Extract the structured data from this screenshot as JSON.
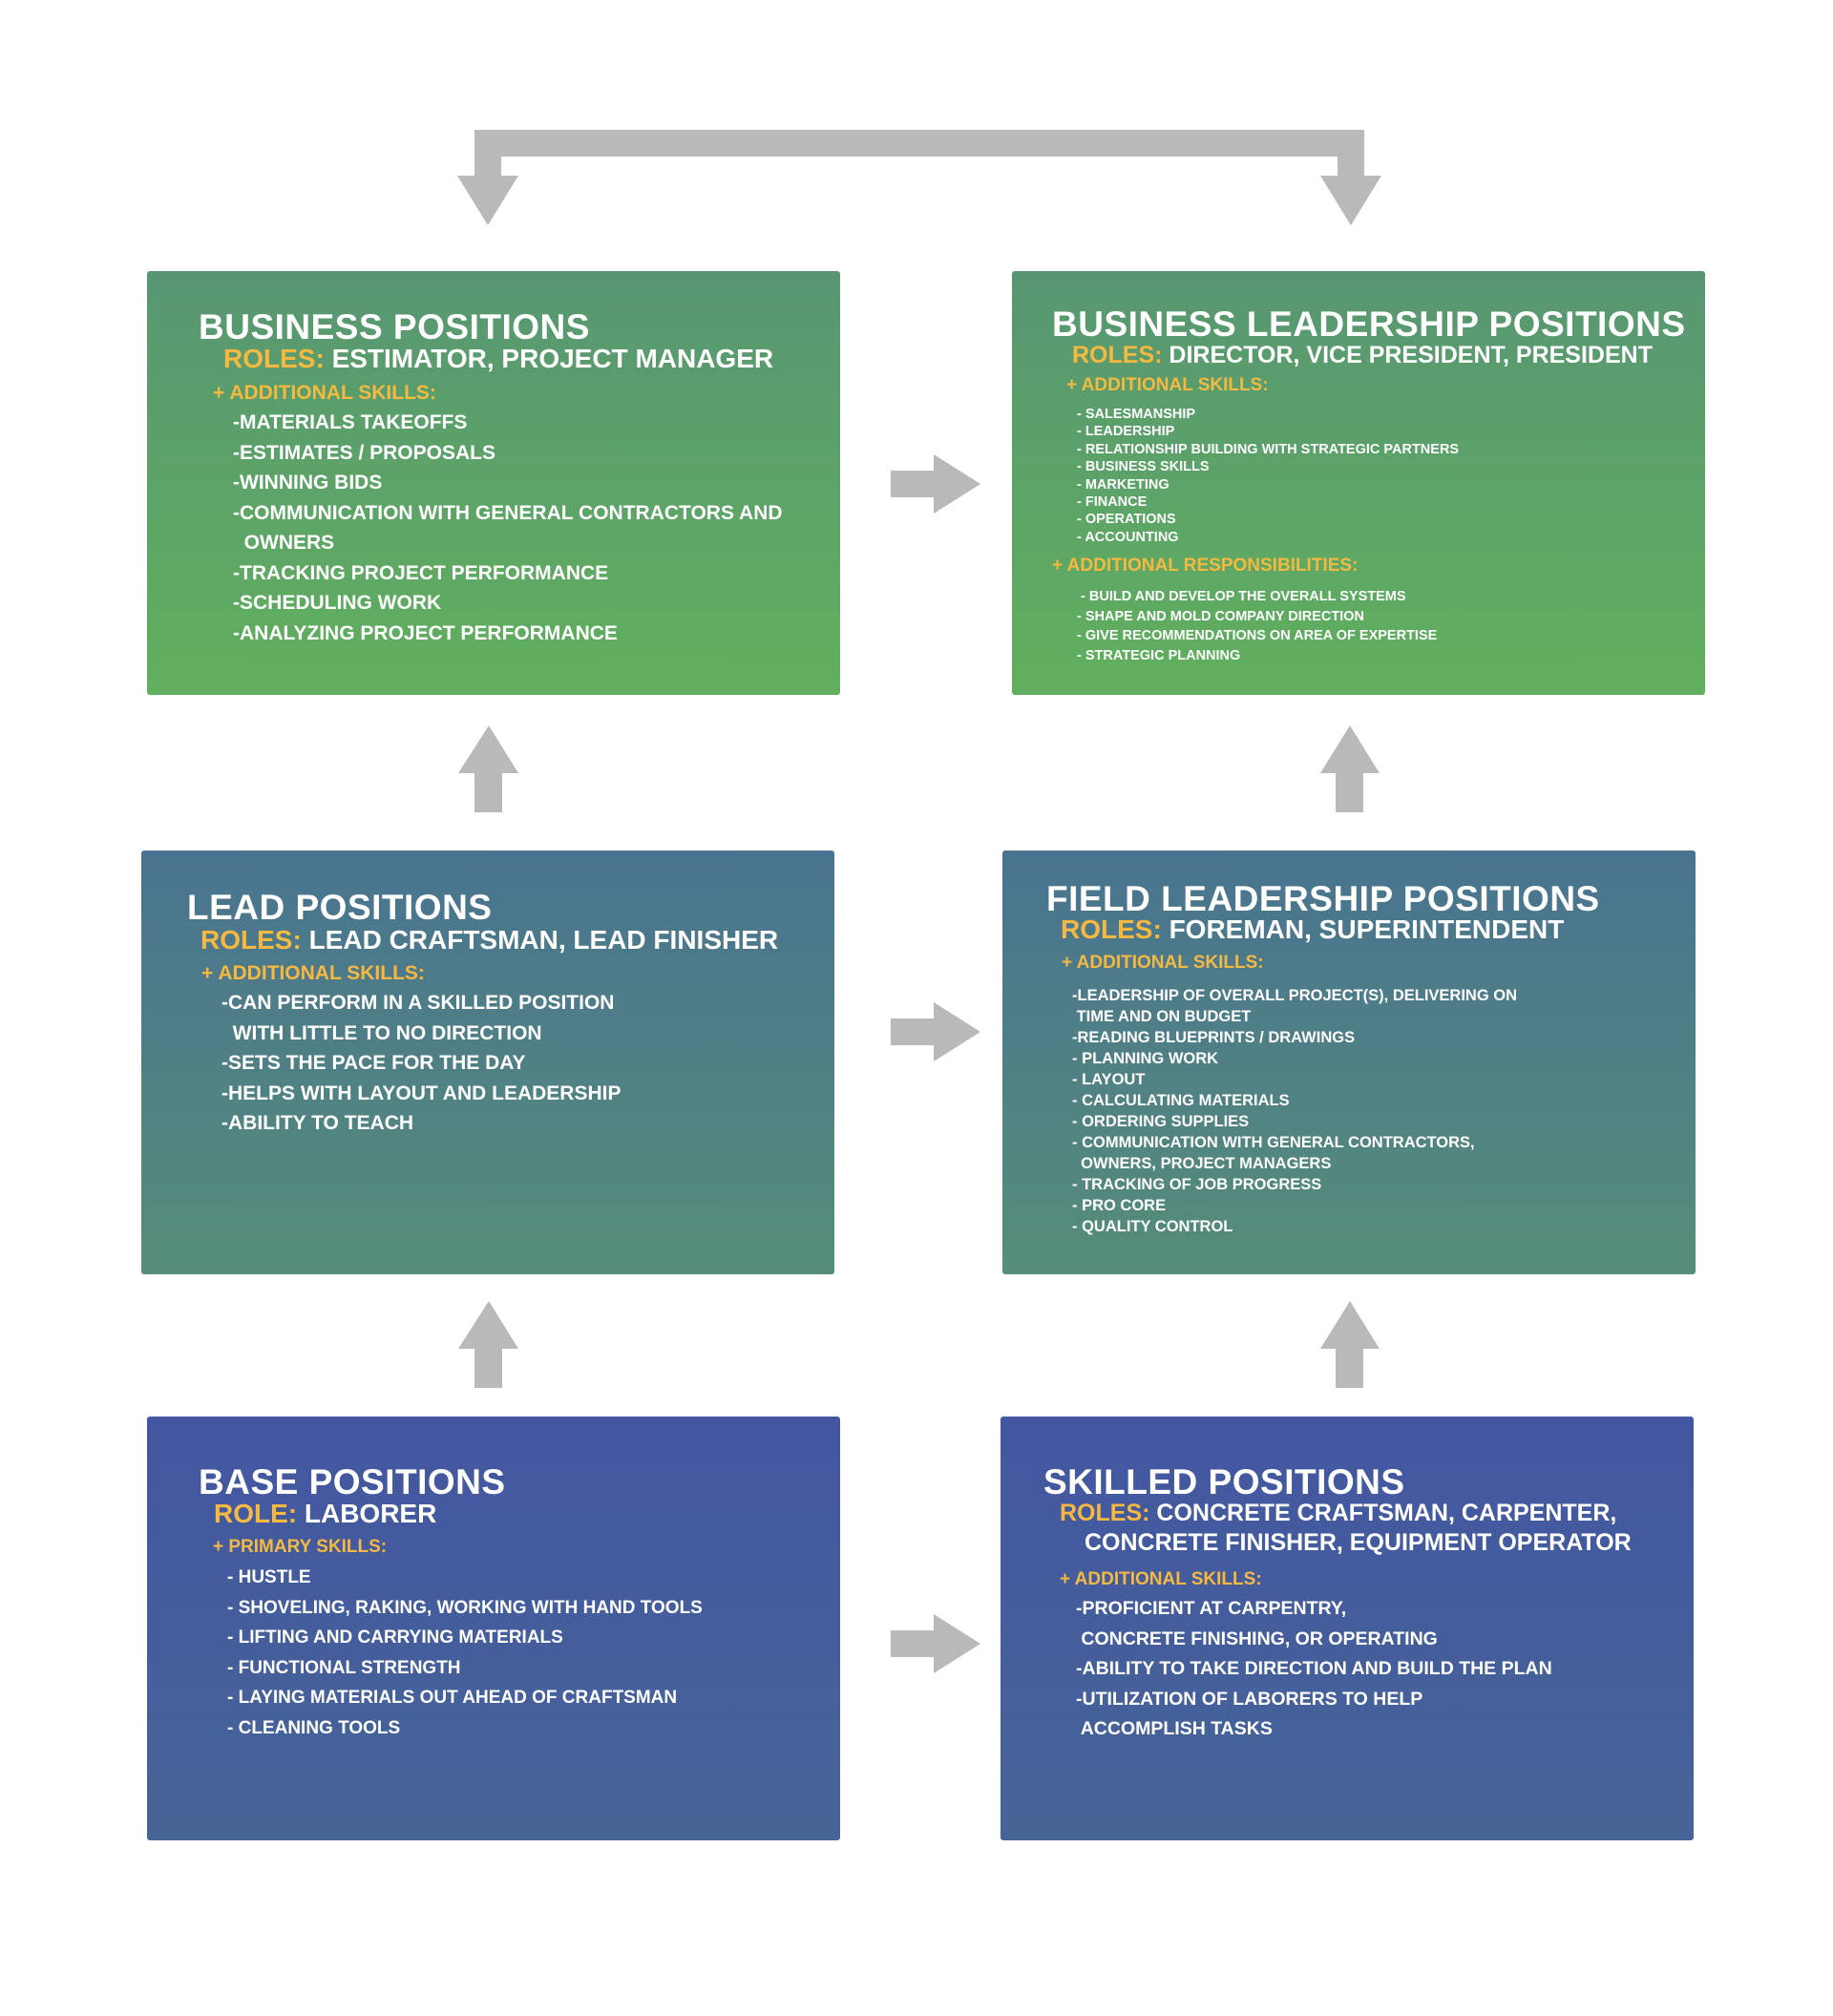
{
  "boxes": {
    "business": {
      "title": "BUSINESS POSITIONS",
      "roles_label": "ROLES:",
      "roles_value": "ESTIMATOR, PROJECT MANAGER",
      "skills_heading": "+ ADDITIONAL SKILLS:",
      "skills": [
        "-MATERIALS TAKEOFFS",
        "-ESTIMATES / PROPOSALS",
        "-WINNING BIDS",
        "-COMMUNICATION WITH GENERAL CONTRACTORS AND",
        "  OWNERS",
        "-TRACKING PROJECT PERFORMANCE",
        "-SCHEDULING WORK",
        "-ANALYZING PROJECT PERFORMANCE"
      ]
    },
    "business_leadership": {
      "title": "BUSINESS LEADERSHIP POSITIONS",
      "roles_label": "ROLES:",
      "roles_value": "DIRECTOR, VICE PRESIDENT, PRESIDENT",
      "skills_heading": "+ ADDITIONAL SKILLS:",
      "skills": [
        "- SALESMANSHIP",
        "- LEADERSHIP",
        "- RELATIONSHIP BUILDING WITH STRATEGIC PARTNERS",
        "- BUSINESS SKILLS",
        "- MARKETING",
        "- FINANCE",
        "- OPERATIONS",
        "- ACCOUNTING"
      ],
      "responsibilities_heading": "+ ADDITIONAL RESPONSIBILITIES:",
      "responsibilities": [
        " - BUILD AND DEVELOP THE OVERALL SYSTEMS",
        "- SHAPE AND MOLD COMPANY DIRECTION",
        "- GIVE RECOMMENDATIONS ON AREA OF EXPERTISE",
        "- STRATEGIC PLANNING"
      ]
    },
    "lead": {
      "title": "LEAD POSITIONS",
      "roles_label": "ROLES:",
      "roles_value": "LEAD CRAFTSMAN, LEAD FINISHER",
      "skills_heading": "+ ADDITIONAL SKILLS:",
      "skills": [
        "-CAN PERFORM IN A SKILLED POSITION",
        "  WITH LITTLE TO NO DIRECTION",
        "-SETS THE PACE FOR THE DAY",
        "-HELPS WITH LAYOUT AND LEADERSHIP",
        "-ABILITY TO TEACH"
      ]
    },
    "field_leadership": {
      "title": "FIELD LEADERSHIP POSITIONS",
      "roles_label": "ROLES:",
      "roles_value": "FOREMAN, SUPERINTENDENT",
      "skills_heading": "+ ADDITIONAL SKILLS:",
      "skills": [
        "-LEADERSHIP OF OVERALL PROJECT(S), DELIVERING ON",
        " TIME AND ON BUDGET",
        "-READING BLUEPRINTS / DRAWINGS",
        "- PLANNING WORK",
        "- LAYOUT",
        "- CALCULATING MATERIALS",
        "- ORDERING SUPPLIES",
        "- COMMUNICATION WITH GENERAL CONTRACTORS,",
        "  OWNERS, PROJECT MANAGERS",
        "- TRACKING OF JOB PROGRESS",
        "- PRO CORE",
        "- QUALITY CONTROL"
      ]
    },
    "base": {
      "title": "BASE POSITIONS",
      "roles_label": "ROLE:",
      "roles_value": "LABORER",
      "skills_heading": "+ PRIMARY SKILLS:",
      "skills": [
        "- HUSTLE",
        "- SHOVELING, RAKING, WORKING WITH HAND TOOLS",
        "- LIFTING AND CARRYING MATERIALS",
        "- FUNCTIONAL STRENGTH",
        "- LAYING MATERIALS OUT AHEAD OF CRAFTSMAN",
        "- CLEANING TOOLS"
      ]
    },
    "skilled": {
      "title": "SKILLED POSITIONS",
      "roles_label": "ROLES:",
      "roles_value": "CONCRETE CRAFTSMAN, CARPENTER,",
      "roles_value_2": "CONCRETE FINISHER, EQUIPMENT OPERATOR",
      "skills_heading": "+ ADDITIONAL SKILLS:",
      "skills": [
        "-PROFICIENT AT CARPENTRY,",
        " CONCRETE FINISHING, OR OPERATING",
        "-ABILITY TO TAKE DIRECTION AND BUILD THE PLAN",
        "-UTILIZATION OF LABORERS TO HELP",
        " ACCOMPLISH TASKS"
      ]
    }
  },
  "colors": {
    "accent_yellow": "#f5b942",
    "arrow_gray": "#b9b9b9",
    "green_top": "#589673",
    "green_bottom": "#60b05d",
    "teal_top": "#497390",
    "teal_bottom": "#568d79",
    "blue_top": "#4356a1",
    "blue_bottom": "#466596"
  }
}
